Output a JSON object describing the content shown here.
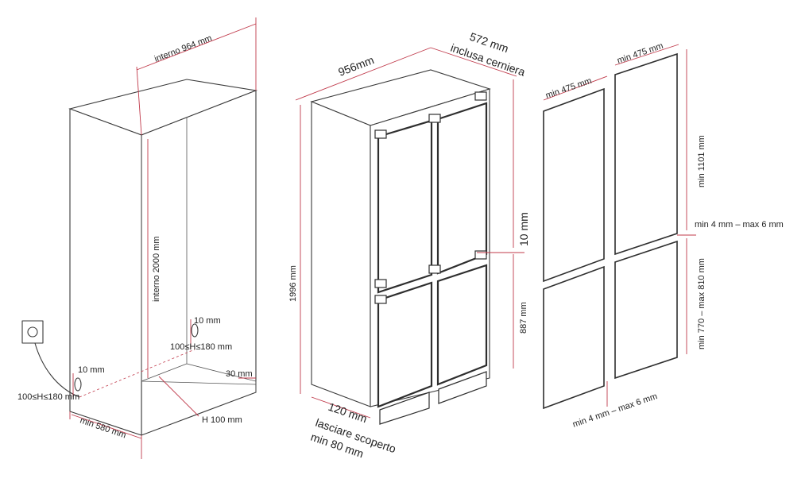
{
  "cabinet": {
    "width_interior": "interno 964 mm",
    "height_interior": "interno 2000 mm",
    "depth_min": "min 580 mm",
    "socket_gap": "10 mm",
    "socket_range": "100≤H≤180 mm",
    "socket_gap_2": "10 mm",
    "socket_range_2": "100≤H≤180 mm",
    "back_gap": "30 mm",
    "plinth_height": "H 100 mm"
  },
  "appliance": {
    "width": "956mm",
    "depth": "572 mm",
    "depth_note": "inclusa cerniera",
    "height": "1996 mm",
    "gap": "10 mm",
    "lower_height": "887 mm",
    "plinth_depth": "120 mm",
    "plinth_note_1": "lasciare scoperto",
    "plinth_note_2": "min 80 mm"
  },
  "panels": {
    "left_width": "min 475 mm",
    "right_width": "min 475 mm",
    "upper_height": "min 1101 mm",
    "gap_vertical": "min 4 mm – max 6 mm",
    "lower_height": "min 770 – max 810  mm",
    "gap_horizontal": "min 4 mm – max 6 mm"
  }
}
